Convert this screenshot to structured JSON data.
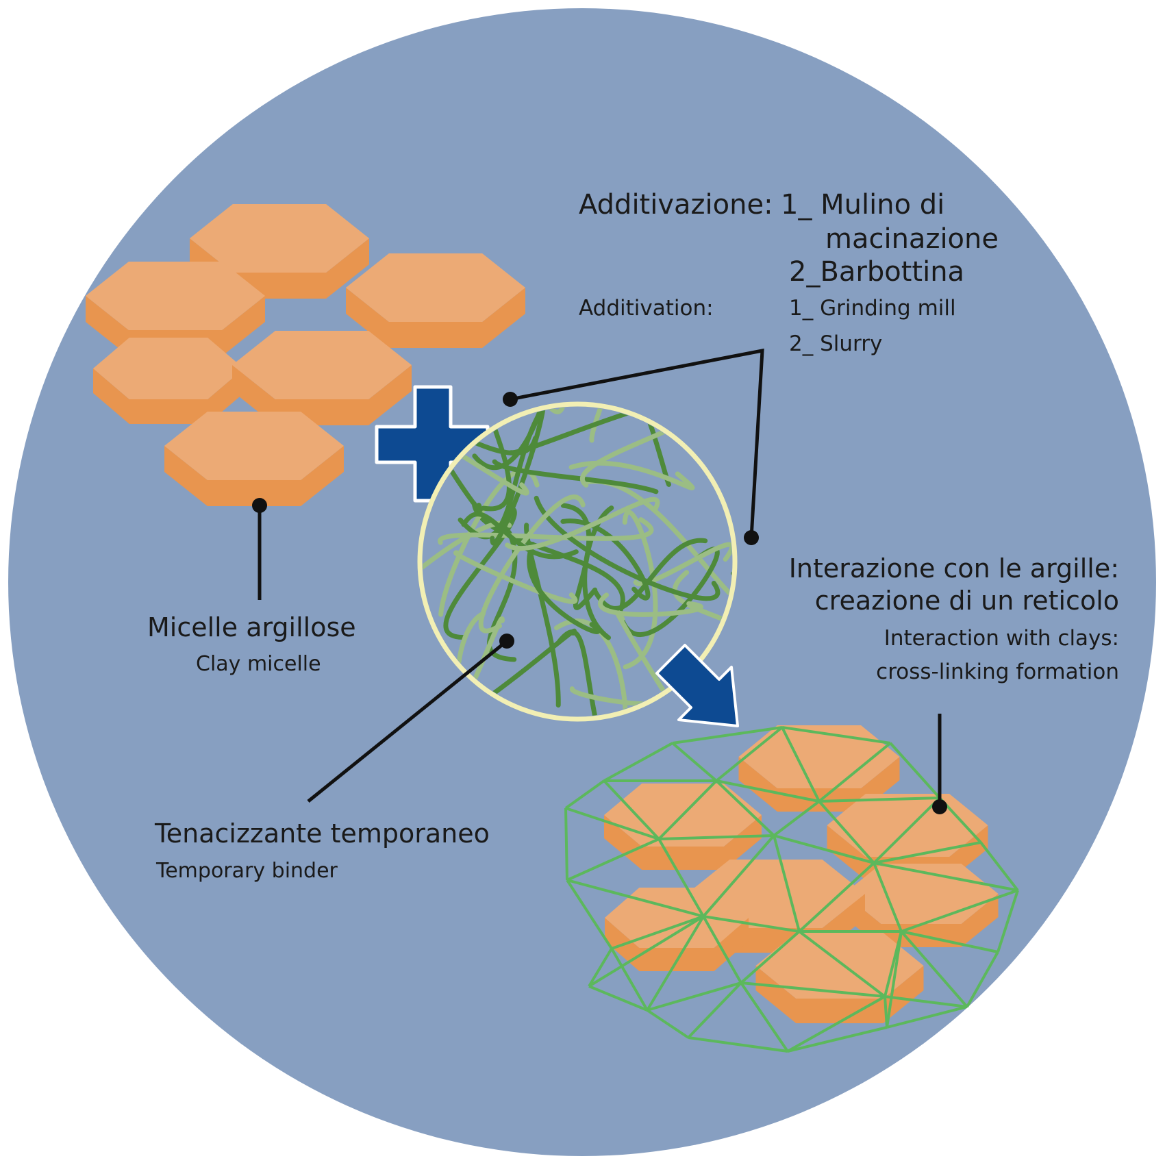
{
  "colors": {
    "background_circle": "#879fc1",
    "hexagon_top": "#ecaa75",
    "hexagon_side": "#e8954f",
    "plus_fill": "#0d4a92",
    "arrow_fill": "#0d4a92",
    "fiber_dark": "#4e8a3a",
    "fiber_light": "#9bbd84",
    "binder_circle_stroke": "#f2efb4",
    "network_stroke": "#5cb85c",
    "leader_line": "#111111"
  },
  "icons": {
    "plus": "plus-icon",
    "arrow": "arrow-down-right-icon"
  },
  "labels": {
    "additivation_it_prefix": "Additivazione:",
    "additivation_it_item1_a": "1_ Mulino di",
    "additivation_it_item1_b": "macinazione",
    "additivation_it_item2": "2_Barbottina",
    "additivation_en_prefix": "Additivation:",
    "additivation_en_item1": "1_ Grinding mill",
    "additivation_en_item2": "2_ Slurry",
    "clay_it": "Micelle argillose",
    "clay_en": "Clay micelle",
    "binder_it": "Tenacizzante temporaneo",
    "binder_en": "Temporary binder",
    "interaction_it_1": "Interazione con le argille:",
    "interaction_it_2": "creazione di un reticolo",
    "interaction_en_1": "Interaction with clays:",
    "interaction_en_2": "cross-linking formation"
  }
}
